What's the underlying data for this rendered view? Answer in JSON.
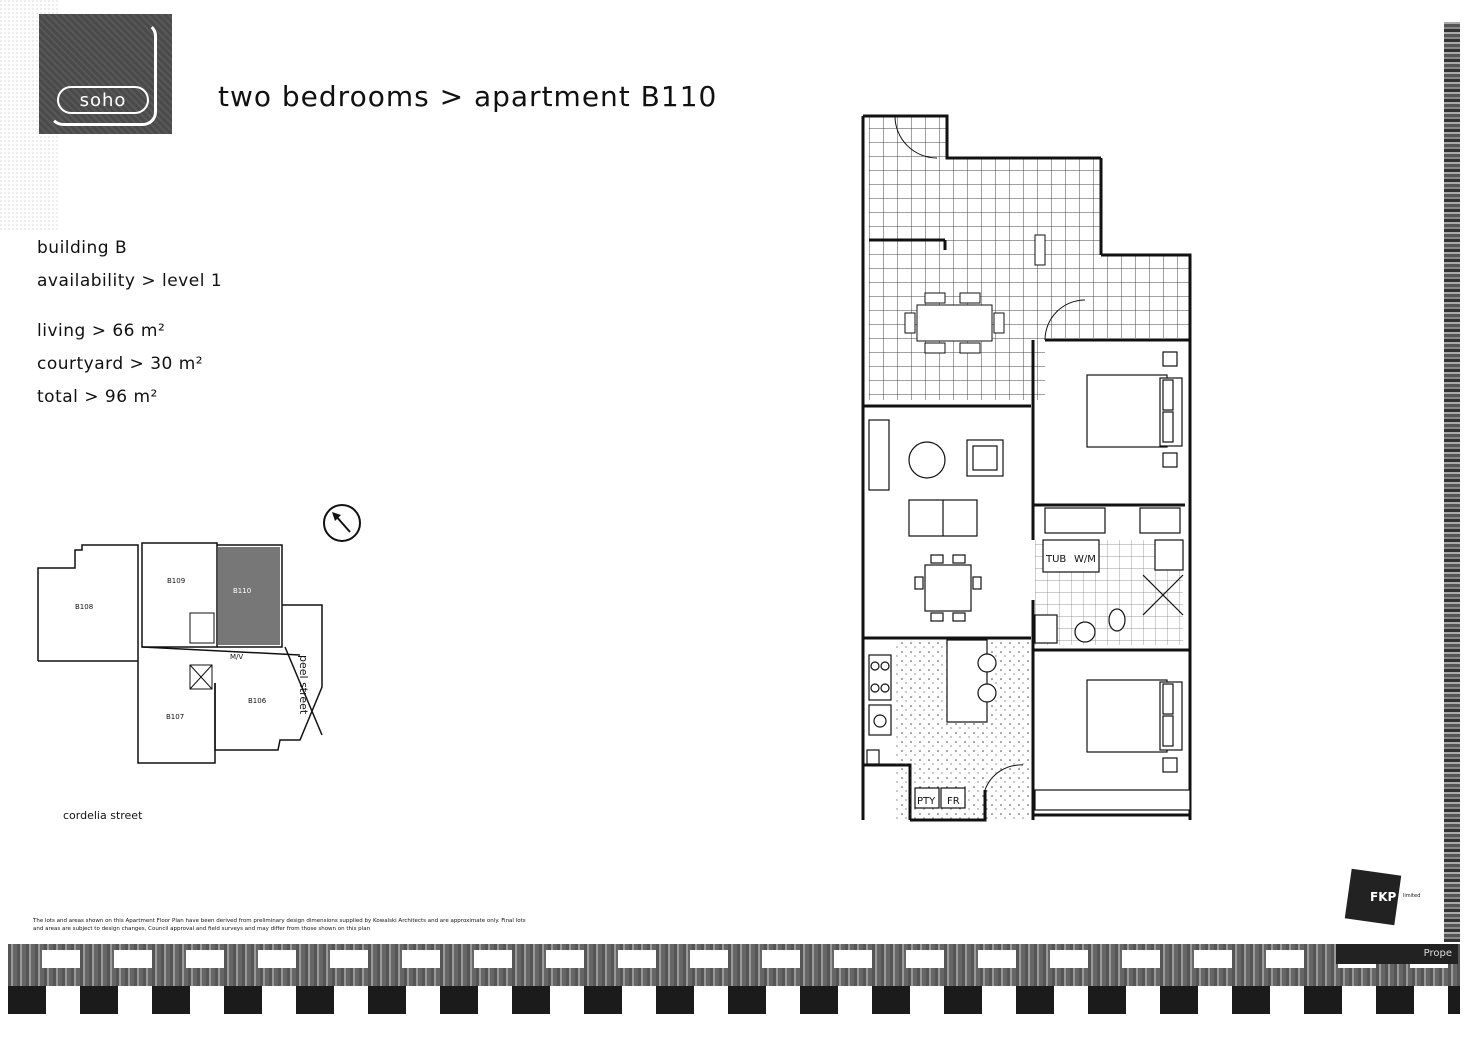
{
  "logo": {
    "text": "soho"
  },
  "title": "two bedrooms > apartment B110",
  "specs": {
    "building": "building B",
    "availability": "availability > level 1",
    "living": "living > 66 m²",
    "courtyard": "courtyard > 30 m²",
    "total": "total > 96 m²"
  },
  "site_plan": {
    "units": [
      "B108",
      "B109",
      "B110",
      "B107",
      "B106"
    ],
    "lift_label": "M/V",
    "streets": {
      "east": "peel street",
      "south": "cordelia street"
    }
  },
  "floor_plan": {
    "labels": {
      "laundry_tub": "TUB",
      "washing_machine": "W/M",
      "pantry": "PTY",
      "fridge": "FR"
    }
  },
  "disclaimer": "The lots and areas shown on this Apartment Floor Plan have been derived from preliminary design dimensions supplied by Kowalski Architects and are approximate only. Final lots and areas are subject to design changes, Council approval and field surveys and may differ from those shown on this plan",
  "brand": {
    "mark": "FKP",
    "sub": "limited"
  },
  "footer": {
    "badge": "Prope"
  }
}
